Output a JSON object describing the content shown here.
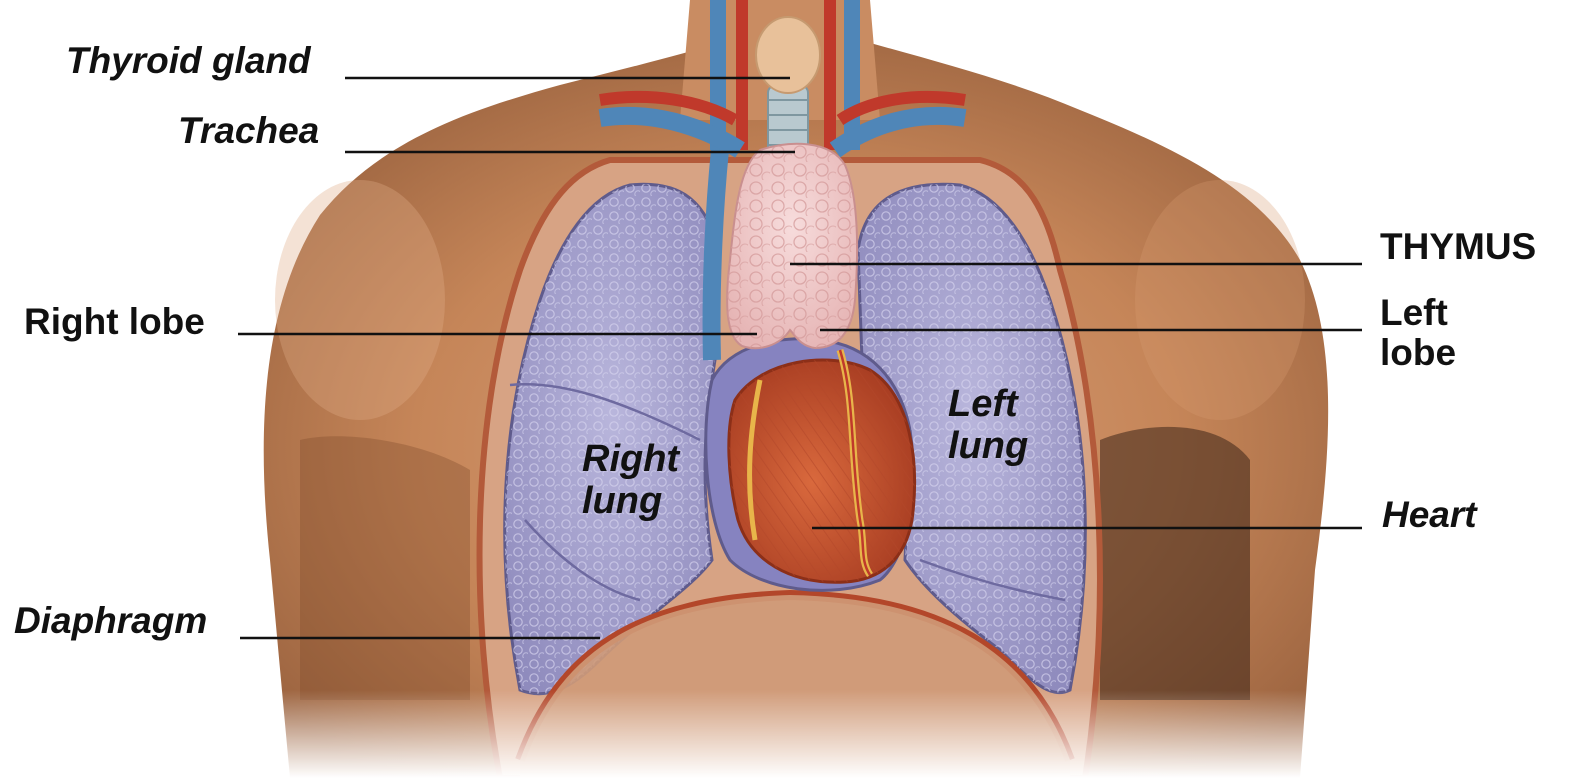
{
  "labels": {
    "thyroid_gland": "Thyroid gland",
    "trachea": "Trachea",
    "thymus": "THYMUS",
    "right_lobe": "Right lobe",
    "left_lobe_line1": "Left",
    "left_lobe_line2": "lobe",
    "diaphragm": "Diaphragm",
    "heart": "Heart",
    "right_lung_line1": "Right",
    "right_lung_line2": "lung",
    "left_lung_line1": "Left",
    "left_lung_line2": "lung"
  },
  "colors": {
    "skin": "#c98c62",
    "skin_shadow": "#8e5a38",
    "lung": "#a9a5cf",
    "lung_dark": "#8a86b8",
    "heart": "#c9562f",
    "thymus": "#f2d0d0",
    "vessel_blue": "#4f86b8",
    "vessel_red": "#c0392b",
    "pleura": "#c4603f",
    "leader_line": "#111111"
  }
}
